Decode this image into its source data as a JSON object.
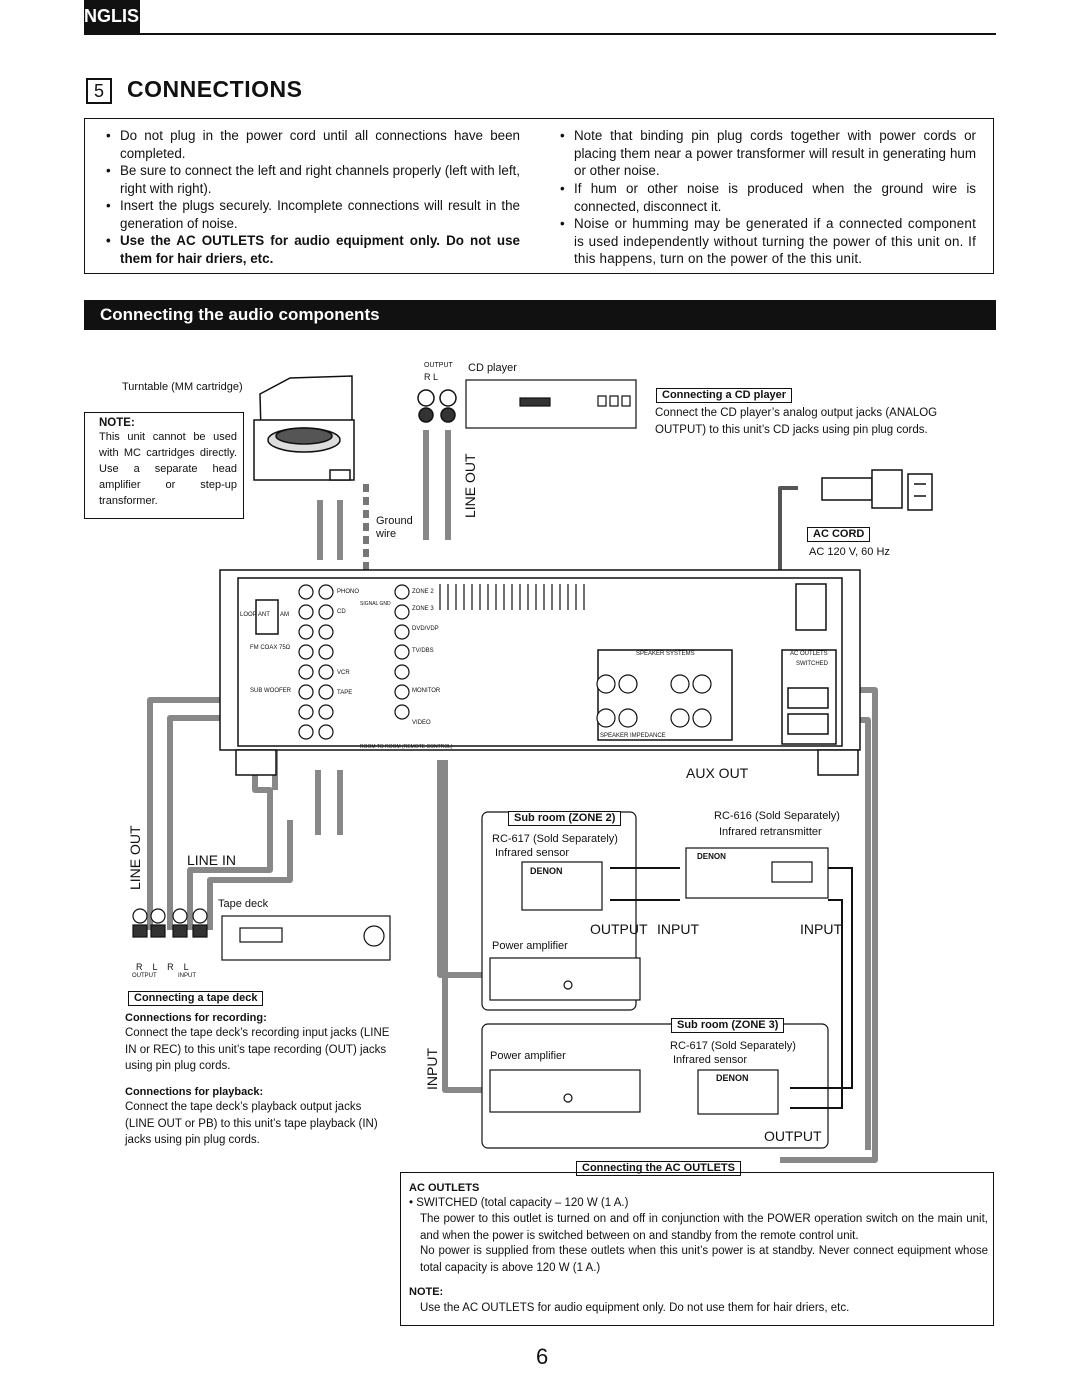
{
  "header": {
    "language_tab": "ENGLISH",
    "section_number": "5",
    "section_title": "CONNECTIONS"
  },
  "intro": {
    "left": [
      "Do not plug in the power cord until all connections have been completed.",
      "Be sure to connect the left and right channels properly (left with left, right with right).",
      "Insert the plugs securely. Incomplete connections will result in the generation of noise.",
      "Use the AC OUTLETS for audio equipment only. Do not use them for hair driers, etc."
    ],
    "right": [
      "Note that binding pin plug cords together with power cords or placing them near a power transformer will result in generating hum or other noise.",
      "If hum or other noise is produced when the ground wire is connected, disconnect it.",
      "Noise or humming may be generated if a connected component is used independently without turning the power of this unit on. If this happens, turn on the power of the this unit."
    ]
  },
  "subsection_title": "Connecting the audio components",
  "diagram": {
    "turntable_label": "Turntable (MM cartridge)",
    "note_heading": "NOTE:",
    "note_text": "This unit cannot be used with MC cartridges directly. Use a separate head amplifier or step-up transformer.",
    "output_small": "OUTPUT",
    "rl_small": "R    L",
    "cd_player_label": "CD player",
    "cd_heading": "Connecting a CD player",
    "cd_text": "Connect the CD player’s analog output jacks (ANALOG OUTPUT) to this unit’s CD jacks using pin plug cords.",
    "line_out_top": "LINE OUT",
    "ground_wire": "Ground\nwire",
    "ac_cord_heading": "AC CORD",
    "ac_cord_text": "AC 120 V, 60 Hz",
    "aux_out": "AUX OUT",
    "line_out_left": "LINE OUT",
    "line_in": "LINE IN",
    "tape_deck_label": "Tape deck",
    "tape_rl": "R    L    R    L",
    "tape_output": "OUTPUT",
    "tape_input": "INPUT",
    "tape_heading": "Connecting a tape deck",
    "recording_heading": "Connections for recording:",
    "recording_text": "Connect the tape deck’s recording input jacks (LINE IN or REC) to this unit’s tape recording (OUT) jacks using pin plug cords.",
    "playback_heading": "Connections for playback:",
    "playback_text": "Connect the tape deck’s playback output jacks (LINE OUT or PB) to this unit’s tape playback (IN) jacks using pin plug cords.",
    "zone2_heading": "Sub room (ZONE 2)",
    "rc617_z2": "RC-617 (Sold Separately)",
    "ir_sensor_z2": "Infrared sensor",
    "rc616": "RC-616 (Sold Separately)",
    "ir_retrans": "Infrared retransmitter",
    "output_z2": "OUTPUT",
    "input_z2": "INPUT",
    "input_right": "INPUT",
    "power_amp_1": "Power amplifier",
    "zone3_heading": "Sub room (ZONE 3)",
    "rc617_z3": "RC-617 (Sold Separately)",
    "ir_sensor_z3": "Infrared sensor",
    "power_amp_2": "Power amplifier",
    "input_vert": "INPUT",
    "output_z3": "OUTPUT",
    "denon_brand": "DENON",
    "speaker_systems": "SPEAKER SYSTEMS",
    "speaker_impedance": "SPEAKER IMPEDANCE",
    "ac_outlets_small": "AC OUTLETS",
    "switched_small": "SWITCHED",
    "panel_labels": [
      "PHONO",
      "CD",
      "TAPE",
      "VCR",
      "ZONE 2",
      "ZONE 3",
      "DVD/VDP",
      "TV/DBS",
      "MONITOR",
      "VIDEO",
      "SIGNAL GND",
      "AM",
      "FM COAX 75Ω",
      "SUB WOOFER",
      "LOOP ANT",
      "ROOM TO ROOM (REMOTE CONTROL)"
    ]
  },
  "ac_outlets_section": {
    "title_tag": "Connecting the AC OUTLETS",
    "heading": "AC OUTLETS",
    "bullet": "SWITCHED (total capacity – 120 W (1 A.)",
    "text1": "The power to this outlet is turned on and off in conjunction with the POWER operation switch on the main unit, and when the power is switched between on and standby from the remote control unit.",
    "text2": "No power is supplied from these outlets when this unit’s power is at standby. Never connect equipment whose total capacity is above 120 W (1 A.)",
    "note_heading": "NOTE:",
    "note_text": "Use the AC OUTLETS for audio equipment only. Do not use them for hair driers, etc."
  },
  "page_number": "6"
}
